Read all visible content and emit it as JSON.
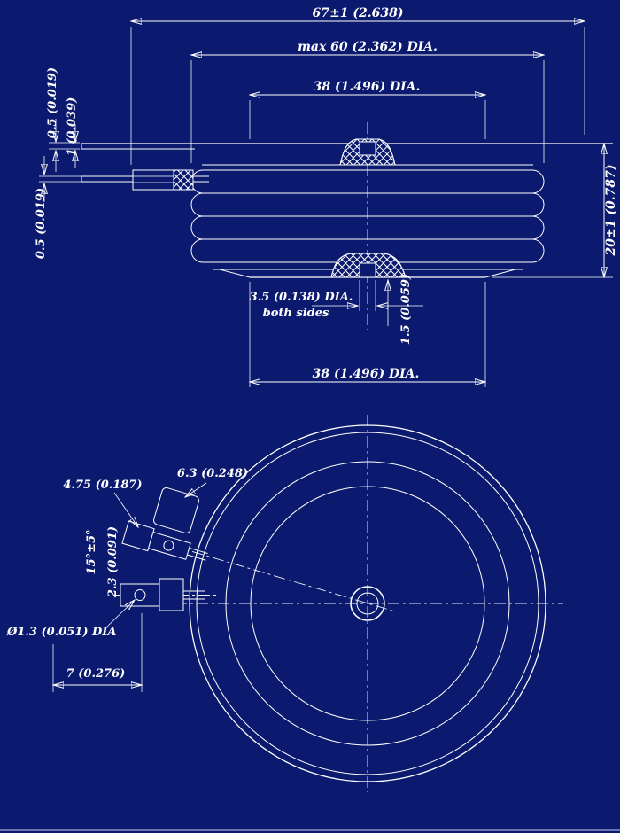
{
  "meta": {
    "background_color": "#0b1a6e",
    "line_color": "#ffffff",
    "drawing_type": "press-pack semiconductor outline drawing"
  },
  "side_view": {
    "dim_overall": "67±1 (2.638)",
    "dim_max_dia": "max 60 (2.362) DIA.",
    "dim_top_pole_dia": "38 (1.496) DIA.",
    "dim_lead_gap_top": "0.5 (0.019)",
    "dim_lead_thickness": "1 (0.039)",
    "dim_lead_gap_bottom": "0.5 (0.019)",
    "dim_height": "20±1 (0.787)",
    "dim_center_hole": "3.5 (0.138) DIA.",
    "dim_center_hole_note": "both sides",
    "dim_hole_depth": "1.5 (0.059)",
    "dim_bottom_pole_dia": "38 (1.496) DIA."
  },
  "plan_view": {
    "dim_tab_width": "6.3 (0.248)",
    "dim_tab_length": "4.75 (0.187)",
    "dim_lead_angle": "15°±5°",
    "dim_lead_offset": "2.3 (0.091)",
    "dim_gate_hole": "Ø1.3 (0.051) DIA",
    "dim_hole_position": "7 (0.276)"
  }
}
